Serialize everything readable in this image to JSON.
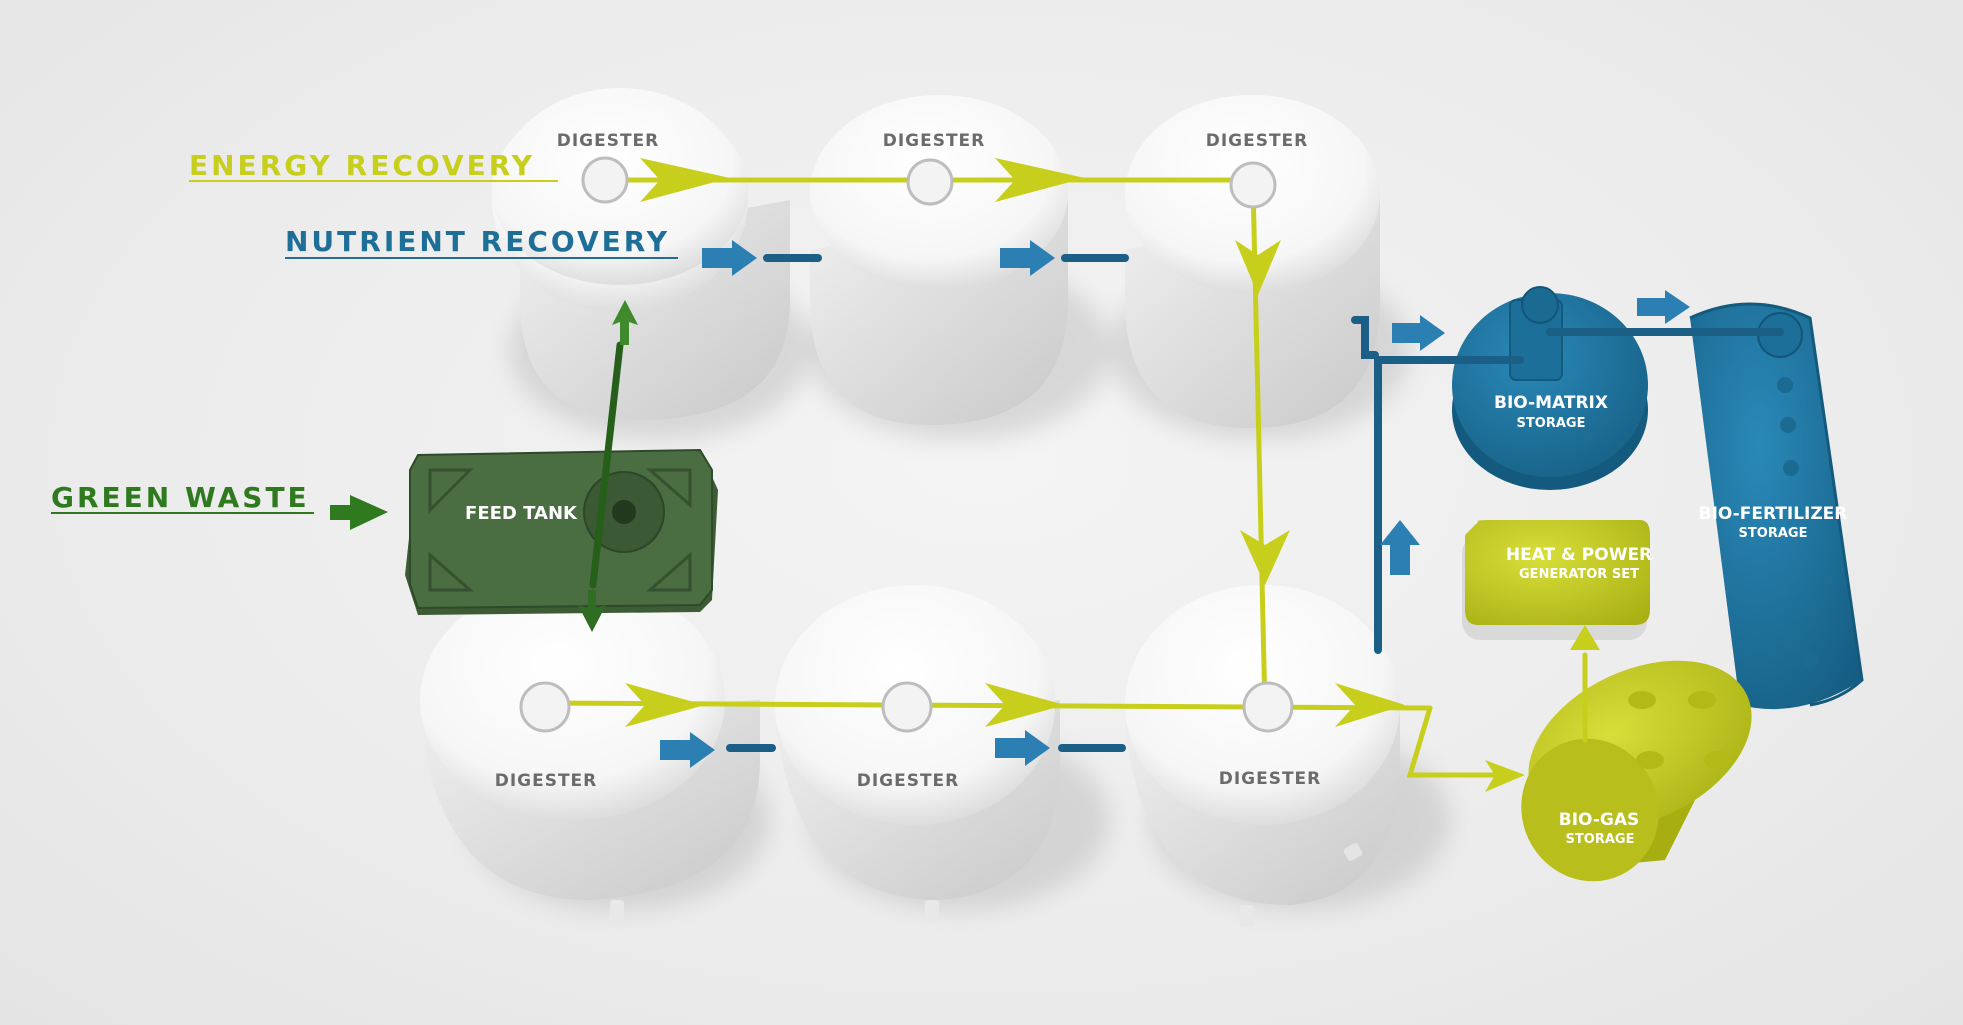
{
  "legend": {
    "energy": "ENERGY RECOVERY",
    "nutrient": "NUTRIENT RECOVERY",
    "green": "GREEN WASTE"
  },
  "tanks": {
    "digester_label": "DIGESTER",
    "feed_tank": "FEED TANK",
    "bio_matrix": {
      "line1": "BIO-MATRIX",
      "line2": "STORAGE"
    },
    "heat_power": {
      "line1": "HEAT & POWER",
      "line2": "GENERATOR SET"
    },
    "bio_fertilizer": {
      "line1": "BIO-FERTILIZER",
      "line2": "STORAGE"
    },
    "bio_gas": {
      "line1": "BIO-GAS",
      "line2": "STORAGE"
    }
  },
  "colors": {
    "energy": "#c7cf1c",
    "nutrient": "#1e6f98",
    "green": "#2f7a1e",
    "feed_tank": "#3f5f38",
    "digester": "#ffffff"
  }
}
